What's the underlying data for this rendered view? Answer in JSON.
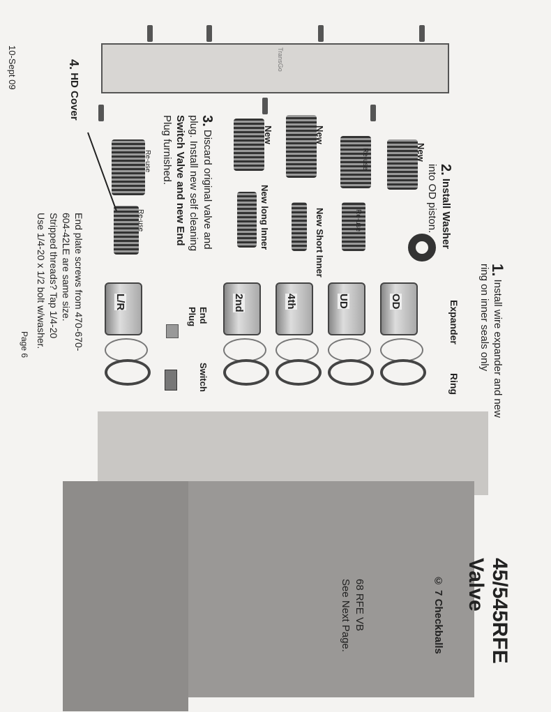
{
  "title": {
    "line1": "45/545RFE",
    "line2": "Valve"
  },
  "checkballs": "© 7 Checkballs",
  "next": {
    "line1": "68 RFE VB",
    "line2": "See Next Page."
  },
  "step1": {
    "num": "1.",
    "line1": "Install wire expander and new",
    "line2": "ring on inner seals only"
  },
  "step2": {
    "num": "2.",
    "line1": "Install Washer",
    "line2": "into OD piston."
  },
  "step3": {
    "num": "3.",
    "line1": "Discard original valve and",
    "line2": "plug.  Install new self cleaning",
    "line3": "Switch Valve and new End",
    "line4": "Plug furnished."
  },
  "step4": {
    "num": "4.",
    "label": "HD Cover"
  },
  "labels": {
    "expander": "Expander",
    "ring": "Ring",
    "new": "New",
    "reuse": "Re-use",
    "short_inner": "New Short Inner",
    "long_inner": "New long Inner",
    "end": "End",
    "plug": "Plug",
    "switch": "Switch"
  },
  "pistons": [
    "OD",
    "UD",
    "4th",
    "2nd",
    "L/R"
  ],
  "plate_brand": "TransGo",
  "end_plate": {
    "line1": "End plate screws from 470-670-",
    "line2": "604-42LE are same size.",
    "line3": "Stripped threads?  Tap 1/4-20",
    "line4": "Use 1/4-20 x 1/2 bolt w/washer."
  },
  "date": "10-Sept 09",
  "page": "Page 6"
}
